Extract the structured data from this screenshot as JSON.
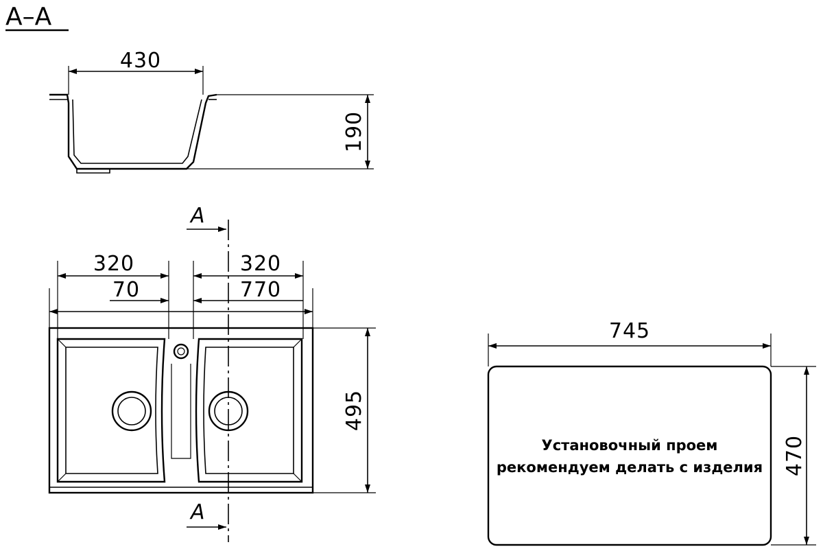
{
  "section_title": "A–A",
  "section_marker_label": "A",
  "dimensions": {
    "bowl_width": "430",
    "bowl_depth": "190",
    "left_bowl_width": "320",
    "right_bowl_width": "320",
    "left_offset": "70",
    "right_span": "770",
    "sink_depth": "495",
    "cutout_width": "745",
    "cutout_depth": "470"
  },
  "cutout_note": {
    "line1": "Установочный проем",
    "line2": "рекомендуем делать с изделия"
  }
}
